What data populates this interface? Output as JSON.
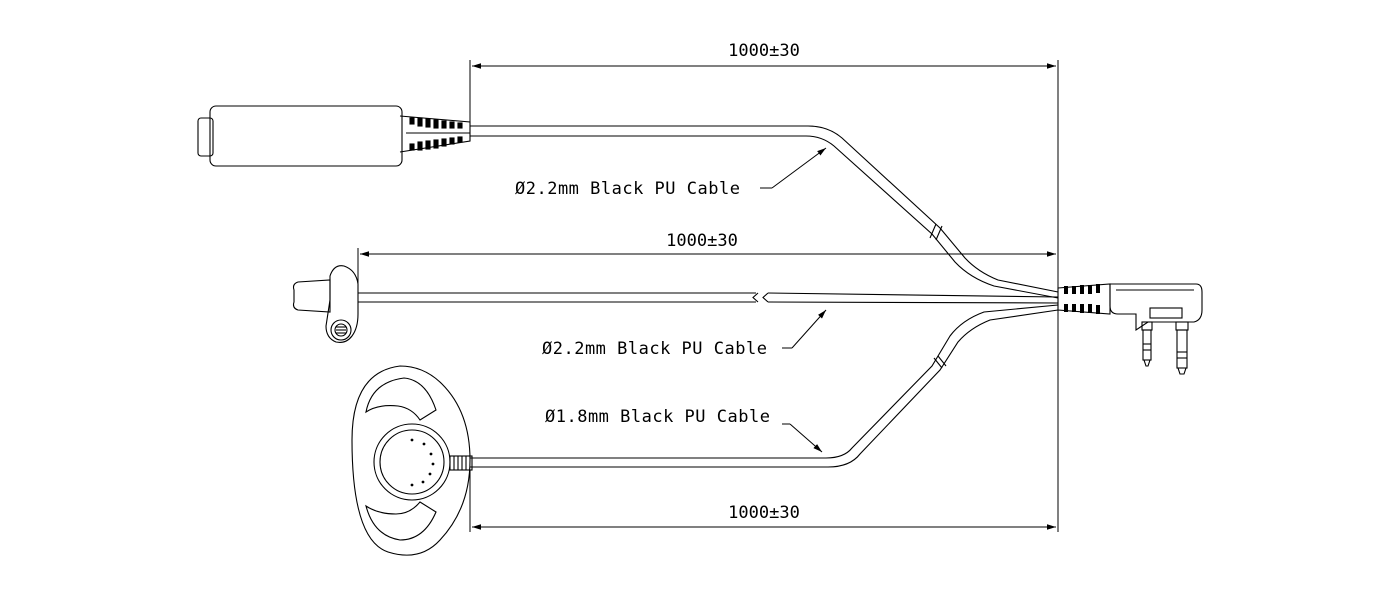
{
  "dimensions": {
    "top": "1000±30",
    "middle": "1000±30",
    "bottom": "1000±30"
  },
  "callouts": {
    "top_cable": "Ø2.2mm Black PU Cable",
    "middle_cable": "Ø2.2mm Black PU Cable",
    "bottom_cable": "Ø1.8mm Black PU Cable"
  },
  "colors": {
    "line": "#000000",
    "background": "#ffffff"
  }
}
